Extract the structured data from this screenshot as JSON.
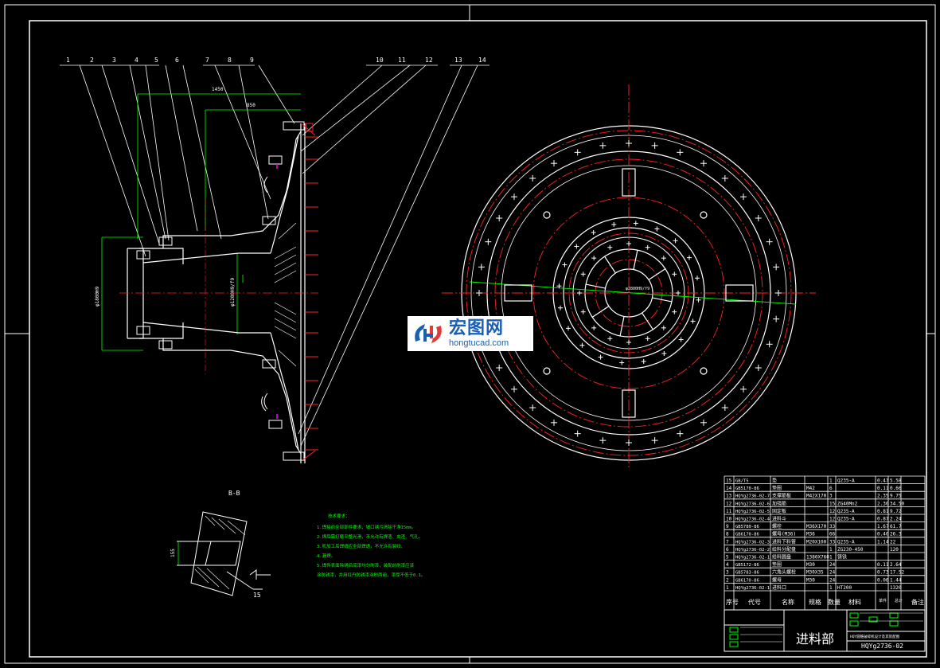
{
  "balloons": [
    "1",
    "2",
    "3",
    "4",
    "5",
    "6",
    "7",
    "8",
    "9",
    "10",
    "11",
    "12",
    "13",
    "14"
  ],
  "dims": {
    "d1": "1450",
    "d2": "850",
    "v1": "φ1800H9",
    "v2": "φ1200H9/f9",
    "center": "φ2800H9/f9"
  },
  "section": {
    "title": "B-B",
    "dim": "155",
    "weld": "15"
  },
  "notes": {
    "title": "技术要求：",
    "lines": [
      "1.焊接前全部部件要求，坡口锈污清除干净15mm。",
      "2.焊后需打磨平整光滑，不允许有焊渣、夹渣、气孔。",
      "3.机加工后焊缝应全部焊透，不允许有裂纹、",
      "4.漏焊。",
      "5.焊件表面除锈后底漆均匀刷漆，装配前刷漆应该",
      "  涂防锈漆，并用红丹防锈漆涂刷两遍，漆厚不低于0.1。"
    ]
  },
  "bom": {
    "rows": [
      [
        "15",
        "GB/T5",
        "垫",
        "",
        "1",
        "Q235-A",
        "0.47",
        "5.58"
      ],
      [
        "14",
        "GB5170-86",
        "垫圈",
        "M42",
        "6",
        "",
        "0.11",
        "0.66"
      ],
      [
        "13",
        "HQYg2736-02-7",
        "支撑筋板",
        "M42X170",
        "3",
        "",
        "2.35",
        "9.75"
      ],
      [
        "12",
        "HQYg2736-02-6",
        "加强筋",
        "",
        "15",
        "ZG40Mn2",
        "2.30",
        "34.50"
      ],
      [
        "11",
        "HQYg2736-02-5",
        "固定板",
        "",
        "12",
        "Q235-A",
        "0.81",
        "9.72"
      ],
      [
        "10",
        "HQYg2736-02-4",
        "进料斗",
        "",
        "12",
        "Q235-A",
        "0.87",
        "2.24"
      ],
      [
        "9",
        "GB5780-86",
        "螺栓",
        "M36X170",
        "33",
        "",
        "1.67",
        "61.7"
      ],
      [
        "8",
        "GB6170-86",
        "螺母(M36)",
        "M36",
        "66",
        "",
        "0.40",
        "26.3"
      ],
      [
        "7",
        "HQYg2736-02-3",
        "进料下料管",
        "M20X100",
        "33",
        "Q235-A",
        "1.14",
        "22"
      ],
      [
        "6",
        "HQYg2736-02-2",
        "给料分配盘",
        "",
        "1",
        "ZG230-450",
        "",
        "120"
      ],
      [
        "5",
        "HQYg2736-02-1",
        "给料圆盘",
        "1380X760",
        "1",
        "铸铁",
        "",
        ""
      ],
      [
        "4",
        "GB5172-86",
        "垫圈",
        "M30",
        "24",
        "",
        "0.11",
        "2.64"
      ],
      [
        "3",
        "GB5783-86",
        "六角头螺栓",
        "M30X35",
        "24",
        "",
        "0.73",
        "17.52"
      ],
      [
        "2",
        "GB6170-86",
        "螺母",
        "M30",
        "24",
        "",
        "0.06",
        "1.44"
      ],
      [
        "1",
        "HQYg2736-02-1",
        "进料口",
        "",
        "1",
        "HT200",
        "",
        "1320"
      ]
    ],
    "header": [
      "序号",
      "代号",
      "名称",
      "规格",
      "数量",
      "材料",
      "单件",
      "总计",
      "备注"
    ],
    "product": "进料部",
    "drawing_no": "HQYg2736-02",
    "company": "HQY圆锥破碎机设计及其装配图"
  },
  "watermark": {
    "cn": "宏图网",
    "en": "hongtucad.com"
  },
  "colors": {
    "background": "#000000",
    "line": "#ffffff",
    "center": "#ff2020",
    "dim": "#00ff00",
    "accent": "#ff00ff"
  }
}
